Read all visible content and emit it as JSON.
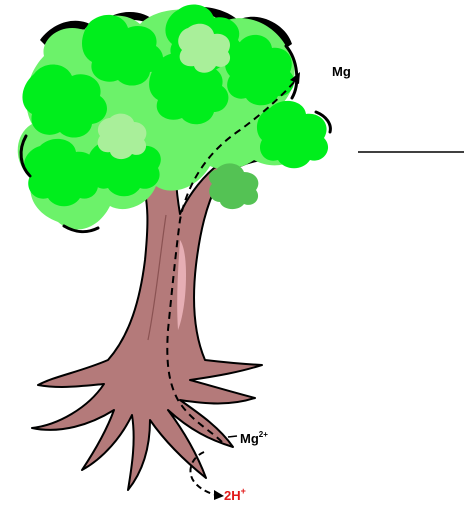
{
  "labels": {
    "mg_top": "Mg",
    "mg_ion_base": "Mg",
    "mg_ion_charge": "2+",
    "proton_base": "2H",
    "proton_charge": "+"
  },
  "colors": {
    "foliage_dark": "#00ee1c",
    "foliage_light": "#6cf26a",
    "foliage_pale": "#a9ef9a",
    "foliage_side": "#54c254",
    "trunk": "#b47a7a",
    "trunk_highlight": "#e6aeb4",
    "outline": "#111111",
    "proton_text": "#e11919"
  },
  "icons": {
    "tree": "tree-illustration",
    "arrow_up": "dashed-arrow-up",
    "arrow_exchange": "dashed-curved-arrow"
  }
}
